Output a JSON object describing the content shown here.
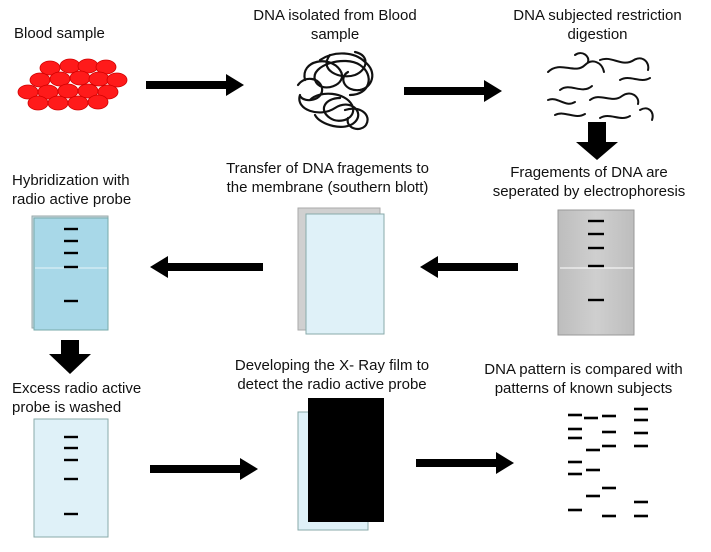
{
  "steps": {
    "blood_sample": "Blood sample",
    "dna_isolated_l1": "DNA isolated from Blood",
    "dna_isolated_l2": "sample",
    "restriction_l1": "DNA subjected restriction",
    "restriction_l2": "digestion",
    "electrophoresis_l1": "Fragements of DNA are",
    "electrophoresis_l2": "seperated by electrophoresis",
    "transfer_l1": "Transfer of DNA fragements to",
    "transfer_l2": "the membrane (southern blott)",
    "hybridization_l1": "Hybridization with",
    "hybridization_l2": "radio active probe",
    "washed_l1": "Excess radio active",
    "washed_l2": "probe is washed",
    "xray_l1": "Developing  the X- Ray film to",
    "xray_l2": "detect the radio active probe",
    "compare_l1": "DNA pattern is compared with",
    "compare_l2": "patterns of known subjects"
  },
  "colors": {
    "blood_cell": "#ff0000",
    "arrow": "#000000",
    "gel": "#c8c8c8",
    "membrane": "#dff1f8",
    "hybridized_membrane": "#a8d8e8",
    "xray_film": "#000000"
  },
  "icons": {
    "blood": "red-blood-cells-icon",
    "dna": "tangled-dna-icon",
    "fragments": "dna-fragments-icon",
    "gel": "electrophoresis-gel-icon",
    "membrane": "membrane-icon",
    "film": "xray-film-icon",
    "pattern": "dna-band-pattern-icon"
  }
}
